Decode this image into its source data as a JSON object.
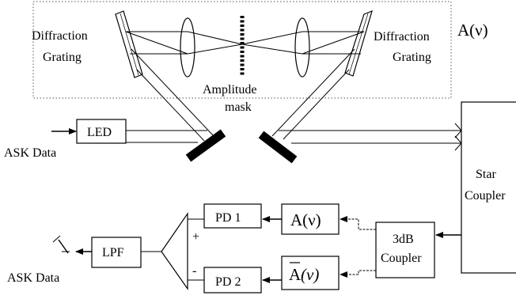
{
  "left_grating": {
    "line1": "Diffraction",
    "line2": "Grating"
  },
  "right_grating": {
    "line1": "Diffraction",
    "line2": "Grating"
  },
  "filter_label": "A(ν)",
  "mask": {
    "line1": "Amplitude",
    "line2": "mask"
  },
  "led_label": "LED",
  "ask_data_in": "ASK Data",
  "star_coupler": {
    "line1": "Star",
    "line2": "Coupler"
  },
  "pd1_label": "PD 1",
  "pd2_label": "PD 2",
  "filter_a": "A(ν)",
  "filter_abar": {
    "letter": "A",
    "rest": "(ν)"
  },
  "coupler_3db": {
    "line1": "3dB",
    "line2": "Coupler"
  },
  "lpf_label": "LPF",
  "ask_data_out": "ASK Data",
  "plus_sign": "+",
  "minus_sign": "-",
  "colors": {
    "line": "#000000",
    "background": "#ffffff",
    "dotted": "#555555"
  }
}
